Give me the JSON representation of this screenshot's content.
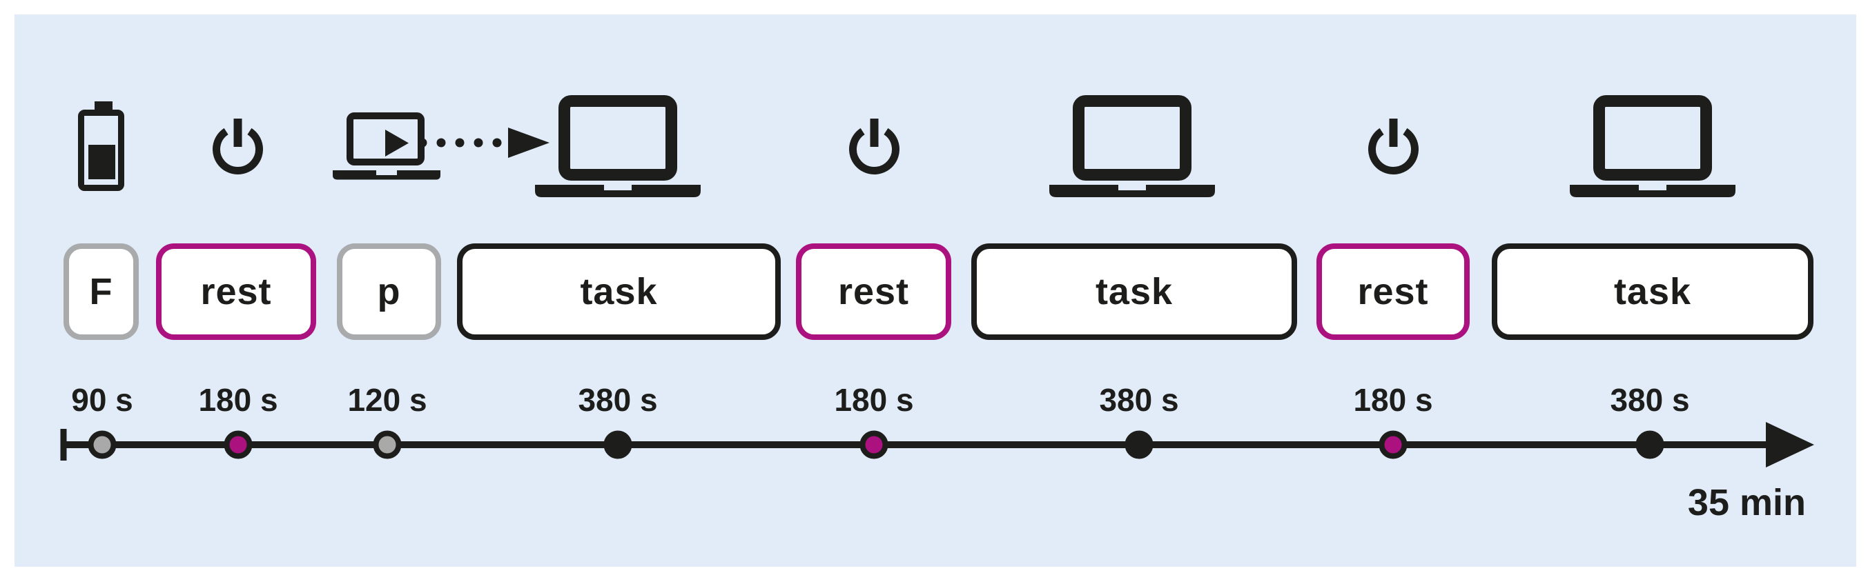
{
  "palette": {
    "canvas_background": "#ffffff",
    "panel_background": "#e1ecf8",
    "ink": "#1d1d1b",
    "accent_magenta": "#ac1180",
    "neutral_gray_border": "#a8aaac",
    "dot_gray_fill": "#a9a9a9",
    "box_fill": "#ffffff"
  },
  "timeline": {
    "end_label": "35 min"
  },
  "segments": [
    {
      "icon": "battery-icon",
      "box_label": "F",
      "box_style": "gray",
      "duration": "90 s",
      "dot_style": "gray"
    },
    {
      "icon": "power-icon",
      "box_label": "rest",
      "box_style": "magenta",
      "duration": "180 s",
      "dot_style": "magenta"
    },
    {
      "icon": "laptop-play-icon",
      "box_label": "p",
      "box_style": "gray",
      "duration": "120 s",
      "dot_style": "gray"
    },
    {
      "icon": "laptop-icon",
      "box_label": "task",
      "box_style": "black",
      "duration": "380 s",
      "dot_style": "black"
    },
    {
      "icon": "power-icon",
      "box_label": "rest",
      "box_style": "magenta",
      "duration": "180 s",
      "dot_style": "magenta"
    },
    {
      "icon": "laptop-icon",
      "box_label": "task",
      "box_style": "black",
      "duration": "380 s",
      "dot_style": "black"
    },
    {
      "icon": "power-icon",
      "box_label": "rest",
      "box_style": "magenta",
      "duration": "180 s",
      "dot_style": "magenta"
    },
    {
      "icon": "laptop-icon",
      "box_label": "task",
      "box_style": "black",
      "duration": "380 s",
      "dot_style": "black"
    }
  ]
}
